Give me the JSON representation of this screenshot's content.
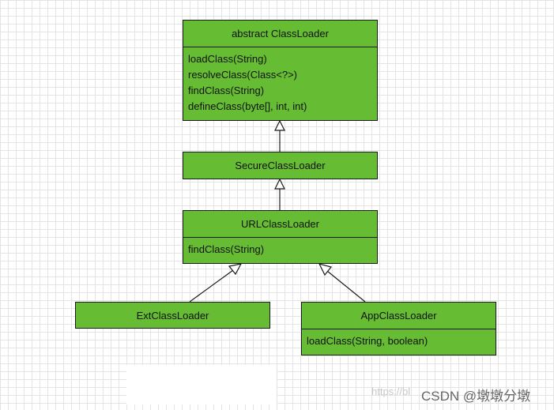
{
  "classes": {
    "classloader": {
      "name": "abstract ClassLoader",
      "methods": [
        "loadClass(String)",
        "resolveClass(Class<?>)",
        "findClass(String)",
        "defineClass(byte[], int, int)"
      ]
    },
    "secure": {
      "name": "SecureClassLoader"
    },
    "url": {
      "name": "URLClassLoader",
      "methods": [
        "findClass(String)"
      ]
    },
    "ext": {
      "name": "ExtClassLoader"
    },
    "app": {
      "name": "AppClassLoader",
      "methods": [
        "loadClass(String, boolean)"
      ]
    }
  },
  "watermark": {
    "url": "https://bl",
    "text": "CSDN @墩墩分墩"
  },
  "colors": {
    "box_fill": "#66bd33",
    "border": "#1a1a1a",
    "grid": "#e4e4e4"
  }
}
